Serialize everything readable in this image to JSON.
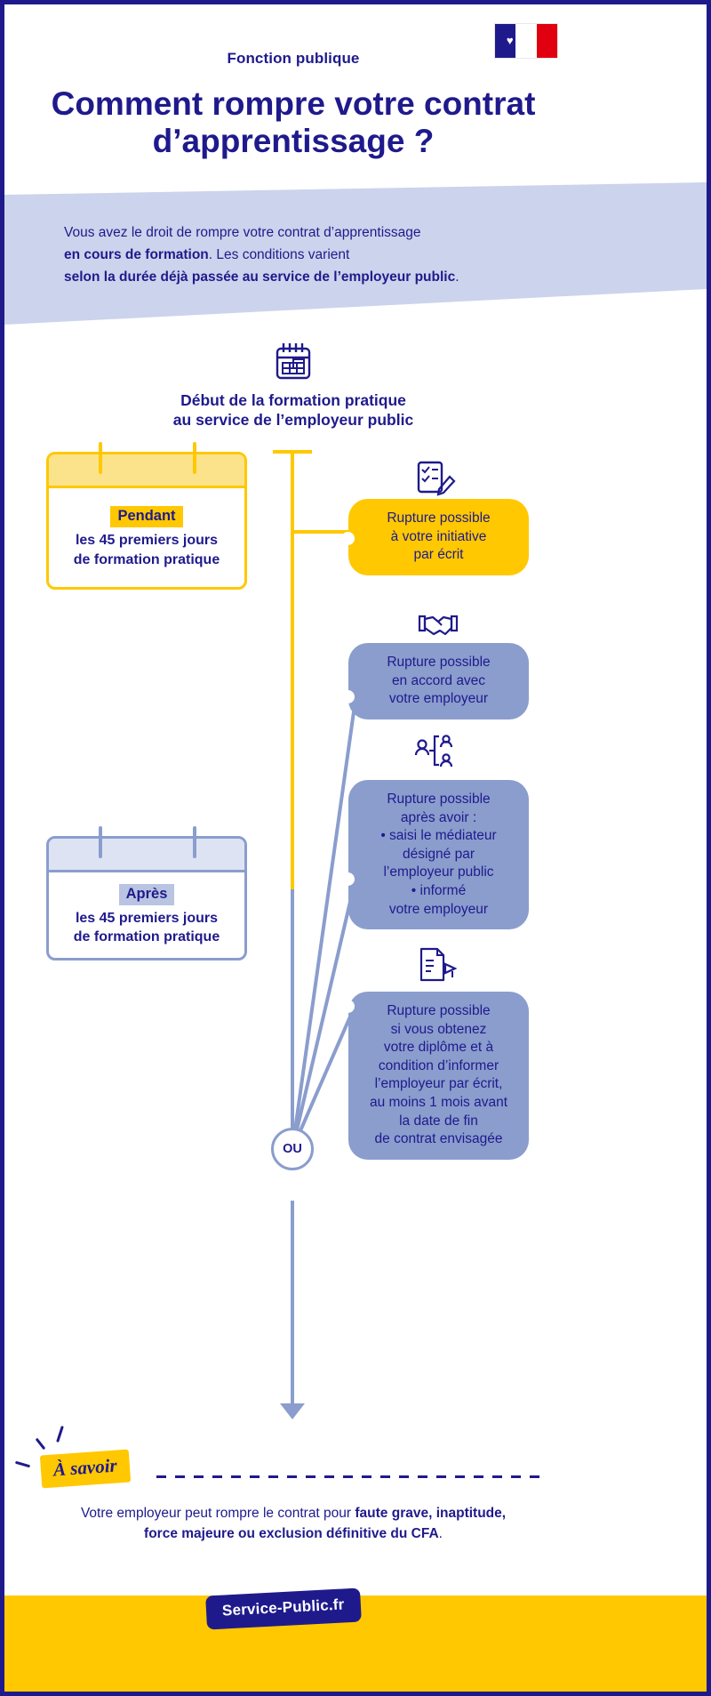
{
  "header": {
    "eyebrow": "Fonction publique",
    "title": "Comment rompre votre contrat d’apprentissage ?",
    "flag_icon": "french-flag-marianne",
    "flag_colors": [
      "#1f1a8c",
      "#ffffff",
      "#e1000f"
    ]
  },
  "intro": {
    "line1": "Vous avez le droit de rompre votre contrat d’apprentissage",
    "line2_bold": "en cours de formation",
    "line2_rest": ". Les conditions varient",
    "line3_bold": "selon la durée déjà passée au service de l’employeur public",
    "line3_rest": "."
  },
  "timeline": {
    "start_icon": "calendar-icon",
    "start_title_line1": "Début de la formation pratique",
    "start_title_line2": "au service de l’employeur public",
    "junction_label": "OU"
  },
  "periods": [
    {
      "chip": "Pendant",
      "line1": "les 45 premiers jours",
      "line2": "de formation pratique",
      "accent": "#ffc800"
    },
    {
      "chip": "Après",
      "line1": "les 45 premiers jours",
      "line2": "de formation pratique",
      "accent": "#8a9dcd"
    }
  ],
  "outcomes": [
    {
      "icon": "checklist-pen-icon",
      "lines": [
        "Rupture possible",
        "à votre initiative",
        "par écrit"
      ],
      "color": "#ffc800"
    },
    {
      "icon": "handshake-icon",
      "lines": [
        "Rupture possible",
        "en accord avec",
        "votre employeur"
      ],
      "color": "#8a9dcd"
    },
    {
      "icon": "mediation-people-icon",
      "lines": [
        "Rupture possible",
        "après avoir :"
      ],
      "bullets": [
        "• saisi le médiateur",
        "désigné par",
        "l’employeur public",
        "• informé",
        "votre employeur"
      ],
      "color": "#8a9dcd"
    },
    {
      "icon": "diploma-document-icon",
      "lines": [
        "Rupture possible",
        "si vous obtenez",
        "votre diplôme et à",
        "condition d’informer",
        "l’employeur par écrit,",
        "au moins 1 mois avant",
        "la date de fin",
        "de contrat envisagée"
      ],
      "color": "#8a9dcd"
    }
  ],
  "note": {
    "badge": "À savoir",
    "text_plain": "Votre employeur peut rompre le contrat pour ",
    "text_bold": "faute grave, inaptitude, force majeure ou exclusion définitive du CFA",
    "text_end": "."
  },
  "footer": {
    "brand": "Service-Public.fr",
    "band_color": "#ffc800",
    "brand_bg": "#1f1a8c"
  },
  "colors": {
    "navy": "#1f1a8c",
    "yellow": "#ffc800",
    "yellow_light": "#fbe38c",
    "blue_mid": "#8a9dcd",
    "lavender": "#ccd3ec"
  }
}
